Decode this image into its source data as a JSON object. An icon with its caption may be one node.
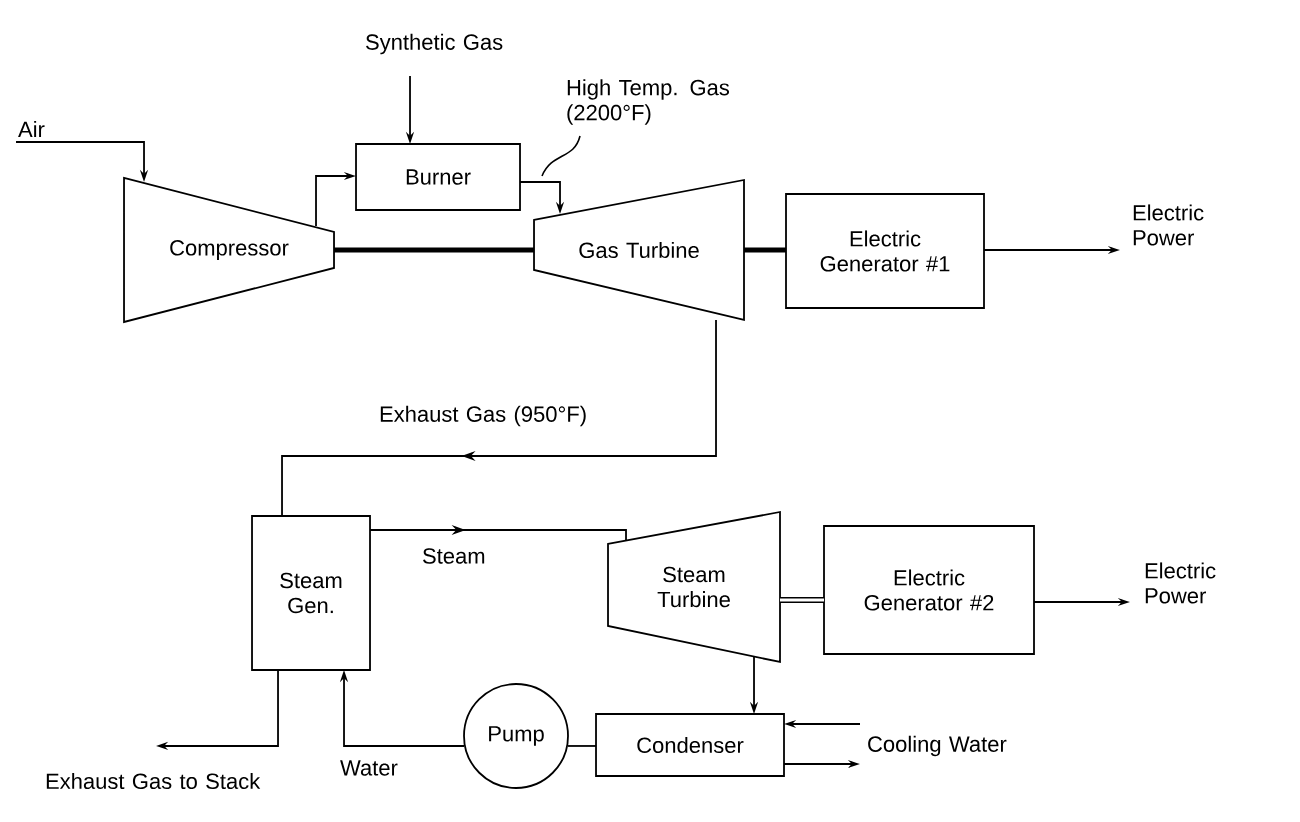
{
  "diagram": {
    "nodes": [
      {
        "text": [
          "Compressor"
        ]
      },
      {
        "text": [
          "Burner"
        ]
      },
      {
        "text": [
          "Gas Turbine"
        ]
      },
      {
        "text": [
          "Electric Generator #1"
        ]
      },
      {
        "text": [
          "Steam Gen."
        ]
      },
      {
        "text": [
          "Steam Turbine"
        ]
      },
      {
        "text": [
          "Electric Generator #2"
        ]
      },
      {
        "text": [
          "Pump"
        ]
      },
      {
        "text": [
          "Condenser"
        ]
      },
      {
        "text": [
          "Air"
        ]
      },
      {
        "text": [
          "Synthetic Gas"
        ]
      },
      {
        "text": [
          "Electric Power"
        ]
      },
      {
        "text": [
          "Electric Power"
        ]
      },
      {
        "text": [
          "Exhaust Gas to Stack"
        ]
      },
      {
        "text": [
          "Cooling Water"
        ]
      }
    ],
    "edges": [
      {
        "from": 9,
        "to": 0,
        "arrow": "to"
      },
      {
        "from": 10,
        "to": 1,
        "arrow": "to"
      },
      {
        "from": 0,
        "to": 1,
        "arrow": "to"
      },
      {
        "from": 1,
        "to": 2,
        "arrow": "to",
        "label": "High Temp. Gas (2200°F)"
      },
      {
        "from": 0,
        "to": 2,
        "arrow": "none",
        "style": "thick"
      },
      {
        "from": 2,
        "to": 3,
        "arrow": "none",
        "style": "thick"
      },
      {
        "from": 3,
        "to": 11,
        "arrow": "to"
      },
      {
        "from": 2,
        "to": 4,
        "arrow": "to",
        "label": "Exhaust Gas (950°F)"
      },
      {
        "from": 4,
        "to": 5,
        "arrow": "to",
        "label": "Steam"
      },
      {
        "from": 5,
        "to": 6,
        "arrow": "none",
        "style": "thick"
      },
      {
        "from": 6,
        "to": 12,
        "arrow": "to"
      },
      {
        "from": 5,
        "to": 8,
        "arrow": "to"
      },
      {
        "from": 8,
        "to": 7,
        "arrow": "none"
      },
      {
        "from": 7,
        "to": 4,
        "arrow": "to",
        "label": "Water"
      },
      {
        "from": 4,
        "to": 13,
        "arrow": "to"
      },
      {
        "from": 14,
        "to": 8,
        "arrow": "to"
      },
      {
        "from": 8,
        "to": 14,
        "arrow": "to"
      }
    ]
  }
}
